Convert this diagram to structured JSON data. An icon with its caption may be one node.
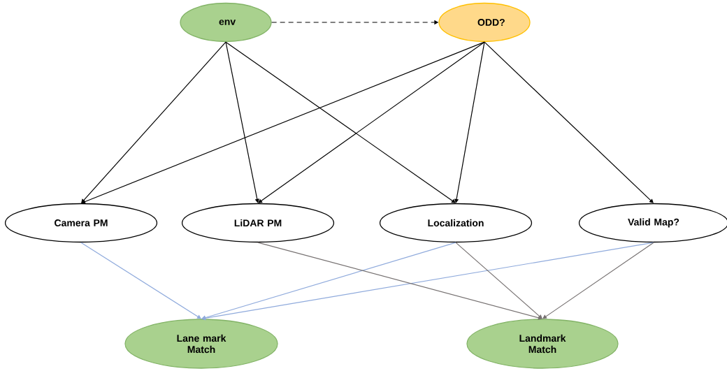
{
  "diagram": {
    "nodes": [
      {
        "text": [
          "env"
        ]
      },
      {
        "text": [
          "ODD?"
        ]
      },
      {
        "text": [
          "Camera PM"
        ]
      },
      {
        "text": [
          "LiDAR PM"
        ]
      },
      {
        "text": [
          "Localization"
        ]
      },
      {
        "text": [
          "Valid Map?"
        ]
      },
      {
        "text": [
          "Lane mark Match"
        ]
      },
      {
        "text": [
          "Landmark Match"
        ]
      }
    ],
    "edges": [
      {
        "from": 0,
        "to": 1,
        "arrow": "to",
        "style": "dashed"
      },
      {
        "from": 0,
        "to": 2,
        "arrow": "to"
      },
      {
        "from": 0,
        "to": 3,
        "arrow": "to"
      },
      {
        "from": 0,
        "to": 4,
        "arrow": "to"
      },
      {
        "from": 1,
        "to": 2,
        "arrow": "to"
      },
      {
        "from": 1,
        "to": 3,
        "arrow": "to"
      },
      {
        "from": 1,
        "to": 4,
        "arrow": "to"
      },
      {
        "from": 1,
        "to": 5,
        "arrow": "to"
      },
      {
        "from": 2,
        "to": 6,
        "arrow": "to",
        "color": "#8faadc"
      },
      {
        "from": 4,
        "to": 6,
        "arrow": "to",
        "color": "#8faadc"
      },
      {
        "from": 5,
        "to": 6,
        "arrow": "to",
        "color": "#8faadc"
      },
      {
        "from": 3,
        "to": 7,
        "arrow": "to",
        "color": "#767171"
      },
      {
        "from": 4,
        "to": 7,
        "arrow": "to",
        "color": "#767171"
      },
      {
        "from": 5,
        "to": 7,
        "arrow": "to",
        "color": "#767171"
      }
    ]
  }
}
